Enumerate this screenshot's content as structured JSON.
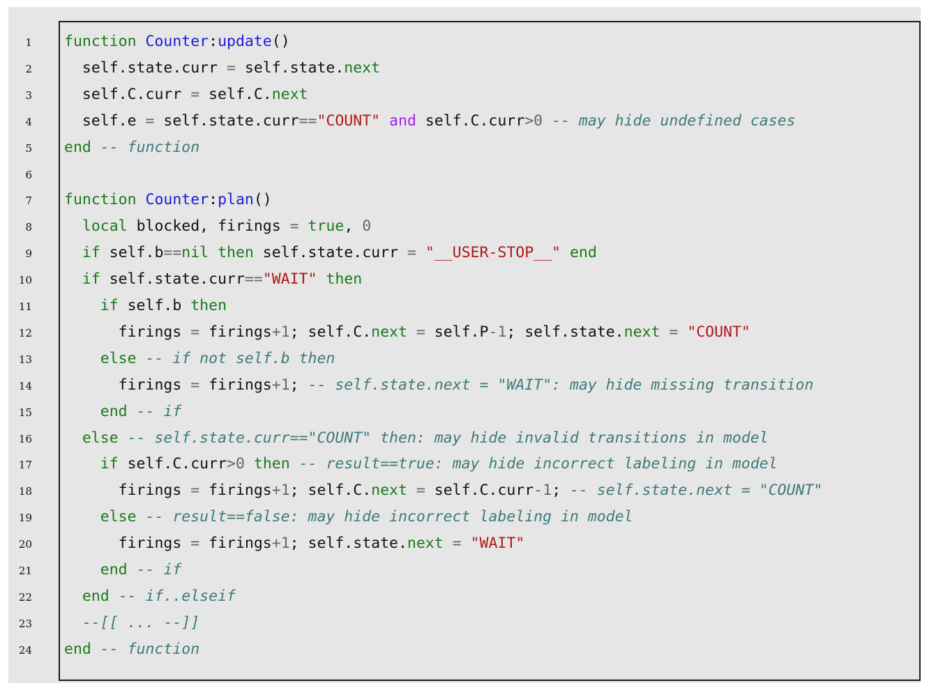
{
  "listing": {
    "lines": [
      {
        "num": "1",
        "tokens": [
          {
            "t": "kw",
            "v": "function"
          },
          {
            "t": "txt",
            "v": " "
          },
          {
            "t": "fn",
            "v": "Counter"
          },
          {
            "t": "txt",
            "v": ":"
          },
          {
            "t": "fn",
            "v": "update"
          },
          {
            "t": "txt",
            "v": "()"
          }
        ]
      },
      {
        "num": "2",
        "tokens": [
          {
            "t": "txt",
            "v": "  self.state.curr "
          },
          {
            "t": "op",
            "v": "="
          },
          {
            "t": "txt",
            "v": " self.state."
          },
          {
            "t": "kw",
            "v": "next"
          }
        ]
      },
      {
        "num": "3",
        "tokens": [
          {
            "t": "txt",
            "v": "  self.C.curr "
          },
          {
            "t": "op",
            "v": "="
          },
          {
            "t": "txt",
            "v": " self.C."
          },
          {
            "t": "kw",
            "v": "next"
          }
        ]
      },
      {
        "num": "4",
        "tokens": [
          {
            "t": "txt",
            "v": "  self.e "
          },
          {
            "t": "op",
            "v": "="
          },
          {
            "t": "txt",
            "v": " self.state.curr"
          },
          {
            "t": "op",
            "v": "=="
          },
          {
            "t": "str",
            "v": "\"COUNT\""
          },
          {
            "t": "txt",
            "v": " "
          },
          {
            "t": "and",
            "v": "and"
          },
          {
            "t": "txt",
            "v": " self.C.curr"
          },
          {
            "t": "op",
            "v": ">"
          },
          {
            "t": "num",
            "v": "0"
          },
          {
            "t": "txt",
            "v": " "
          },
          {
            "t": "cmt",
            "v": "-- may hide undefined cases"
          }
        ]
      },
      {
        "num": "5",
        "tokens": [
          {
            "t": "kw",
            "v": "end"
          },
          {
            "t": "txt",
            "v": " "
          },
          {
            "t": "cmt",
            "v": "-- function"
          }
        ]
      },
      {
        "num": "6",
        "tokens": []
      },
      {
        "num": "7",
        "tokens": [
          {
            "t": "kw",
            "v": "function"
          },
          {
            "t": "txt",
            "v": " "
          },
          {
            "t": "fn",
            "v": "Counter"
          },
          {
            "t": "txt",
            "v": ":"
          },
          {
            "t": "fn",
            "v": "plan"
          },
          {
            "t": "txt",
            "v": "()"
          }
        ]
      },
      {
        "num": "8",
        "tokens": [
          {
            "t": "txt",
            "v": "  "
          },
          {
            "t": "kw",
            "v": "local"
          },
          {
            "t": "txt",
            "v": " blocked, firings "
          },
          {
            "t": "op",
            "v": "="
          },
          {
            "t": "txt",
            "v": " "
          },
          {
            "t": "kw",
            "v": "true"
          },
          {
            "t": "txt",
            "v": ", "
          },
          {
            "t": "num",
            "v": "0"
          }
        ]
      },
      {
        "num": "9",
        "tokens": [
          {
            "t": "txt",
            "v": "  "
          },
          {
            "t": "kw",
            "v": "if"
          },
          {
            "t": "txt",
            "v": " self.b"
          },
          {
            "t": "op",
            "v": "=="
          },
          {
            "t": "kw",
            "v": "nil"
          },
          {
            "t": "txt",
            "v": " "
          },
          {
            "t": "kw",
            "v": "then"
          },
          {
            "t": "txt",
            "v": " self.state.curr "
          },
          {
            "t": "op",
            "v": "="
          },
          {
            "t": "txt",
            "v": " "
          },
          {
            "t": "str",
            "v": "\"__USER-STOP__\""
          },
          {
            "t": "txt",
            "v": " "
          },
          {
            "t": "kw",
            "v": "end"
          }
        ]
      },
      {
        "num": "10",
        "tokens": [
          {
            "t": "txt",
            "v": "  "
          },
          {
            "t": "kw",
            "v": "if"
          },
          {
            "t": "txt",
            "v": " self.state.curr"
          },
          {
            "t": "op",
            "v": "=="
          },
          {
            "t": "str",
            "v": "\"WAIT\""
          },
          {
            "t": "txt",
            "v": " "
          },
          {
            "t": "kw",
            "v": "then"
          }
        ]
      },
      {
        "num": "11",
        "tokens": [
          {
            "t": "txt",
            "v": "    "
          },
          {
            "t": "kw",
            "v": "if"
          },
          {
            "t": "txt",
            "v": " self.b "
          },
          {
            "t": "kw",
            "v": "then"
          }
        ]
      },
      {
        "num": "12",
        "tokens": [
          {
            "t": "txt",
            "v": "      firings "
          },
          {
            "t": "op",
            "v": "="
          },
          {
            "t": "txt",
            "v": " firings"
          },
          {
            "t": "op",
            "v": "+"
          },
          {
            "t": "num",
            "v": "1"
          },
          {
            "t": "txt",
            "v": "; self.C."
          },
          {
            "t": "kw",
            "v": "next"
          },
          {
            "t": "txt",
            "v": " "
          },
          {
            "t": "op",
            "v": "="
          },
          {
            "t": "txt",
            "v": " self.P"
          },
          {
            "t": "op",
            "v": "-"
          },
          {
            "t": "num",
            "v": "1"
          },
          {
            "t": "txt",
            "v": "; self.state."
          },
          {
            "t": "kw",
            "v": "next"
          },
          {
            "t": "txt",
            "v": " "
          },
          {
            "t": "op",
            "v": "="
          },
          {
            "t": "txt",
            "v": " "
          },
          {
            "t": "str",
            "v": "\"COUNT\""
          }
        ]
      },
      {
        "num": "13",
        "tokens": [
          {
            "t": "txt",
            "v": "    "
          },
          {
            "t": "kw",
            "v": "else"
          },
          {
            "t": "txt",
            "v": " "
          },
          {
            "t": "cmt",
            "v": "-- if not self.b then"
          }
        ]
      },
      {
        "num": "14",
        "tokens": [
          {
            "t": "txt",
            "v": "      firings "
          },
          {
            "t": "op",
            "v": "="
          },
          {
            "t": "txt",
            "v": " firings"
          },
          {
            "t": "op",
            "v": "+"
          },
          {
            "t": "num",
            "v": "1"
          },
          {
            "t": "txt",
            "v": "; "
          },
          {
            "t": "cmt",
            "v": "-- self.state.next = \"WAIT\": may hide missing transition"
          }
        ]
      },
      {
        "num": "15",
        "tokens": [
          {
            "t": "txt",
            "v": "    "
          },
          {
            "t": "kw",
            "v": "end"
          },
          {
            "t": "txt",
            "v": " "
          },
          {
            "t": "cmt",
            "v": "-- if"
          }
        ]
      },
      {
        "num": "16",
        "tokens": [
          {
            "t": "txt",
            "v": "  "
          },
          {
            "t": "kw",
            "v": "else"
          },
          {
            "t": "txt",
            "v": " "
          },
          {
            "t": "cmt",
            "v": "-- self.state.curr==\"COUNT\" then: may hide invalid transitions in model"
          }
        ]
      },
      {
        "num": "17",
        "tokens": [
          {
            "t": "txt",
            "v": "    "
          },
          {
            "t": "kw",
            "v": "if"
          },
          {
            "t": "txt",
            "v": " self.C.curr"
          },
          {
            "t": "op",
            "v": ">"
          },
          {
            "t": "num",
            "v": "0"
          },
          {
            "t": "txt",
            "v": " "
          },
          {
            "t": "kw",
            "v": "then"
          },
          {
            "t": "txt",
            "v": " "
          },
          {
            "t": "cmt",
            "v": "-- result==true: may hide incorrect labeling in model"
          }
        ]
      },
      {
        "num": "18",
        "tokens": [
          {
            "t": "txt",
            "v": "      firings "
          },
          {
            "t": "op",
            "v": "="
          },
          {
            "t": "txt",
            "v": " firings"
          },
          {
            "t": "op",
            "v": "+"
          },
          {
            "t": "num",
            "v": "1"
          },
          {
            "t": "txt",
            "v": "; self.C."
          },
          {
            "t": "kw",
            "v": "next"
          },
          {
            "t": "txt",
            "v": " "
          },
          {
            "t": "op",
            "v": "="
          },
          {
            "t": "txt",
            "v": " self.C.curr"
          },
          {
            "t": "op",
            "v": "-"
          },
          {
            "t": "num",
            "v": "1"
          },
          {
            "t": "txt",
            "v": "; "
          },
          {
            "t": "cmt",
            "v": "-- self.state.next = \"COUNT\""
          }
        ]
      },
      {
        "num": "19",
        "tokens": [
          {
            "t": "txt",
            "v": "    "
          },
          {
            "t": "kw",
            "v": "else"
          },
          {
            "t": "txt",
            "v": " "
          },
          {
            "t": "cmt",
            "v": "-- result==false: may hide incorrect labeling in model"
          }
        ]
      },
      {
        "num": "20",
        "tokens": [
          {
            "t": "txt",
            "v": "      firings "
          },
          {
            "t": "op",
            "v": "="
          },
          {
            "t": "txt",
            "v": " firings"
          },
          {
            "t": "op",
            "v": "+"
          },
          {
            "t": "num",
            "v": "1"
          },
          {
            "t": "txt",
            "v": "; self.state."
          },
          {
            "t": "kw",
            "v": "next"
          },
          {
            "t": "txt",
            "v": " "
          },
          {
            "t": "op",
            "v": "="
          },
          {
            "t": "txt",
            "v": " "
          },
          {
            "t": "str",
            "v": "\"WAIT\""
          }
        ]
      },
      {
        "num": "21",
        "tokens": [
          {
            "t": "txt",
            "v": "    "
          },
          {
            "t": "kw",
            "v": "end"
          },
          {
            "t": "txt",
            "v": " "
          },
          {
            "t": "cmt",
            "v": "-- if"
          }
        ]
      },
      {
        "num": "22",
        "tokens": [
          {
            "t": "txt",
            "v": "  "
          },
          {
            "t": "kw",
            "v": "end"
          },
          {
            "t": "txt",
            "v": " "
          },
          {
            "t": "cmt",
            "v": "-- if..elseif"
          }
        ]
      },
      {
        "num": "23",
        "tokens": [
          {
            "t": "txt",
            "v": "  "
          },
          {
            "t": "cmt",
            "v": "--[[ ... --]]"
          }
        ]
      },
      {
        "num": "24",
        "tokens": [
          {
            "t": "kw",
            "v": "end"
          },
          {
            "t": "txt",
            "v": " "
          },
          {
            "t": "cmt",
            "v": "-- function"
          }
        ]
      }
    ]
  },
  "colors": {
    "background": "#e6e6e6",
    "keyword": "#1a7a1a",
    "function_name": "#1a1ad8",
    "string": "#b01818",
    "number": "#666666",
    "logical_and": "#a020f0",
    "comment": "#3d7a7a"
  }
}
